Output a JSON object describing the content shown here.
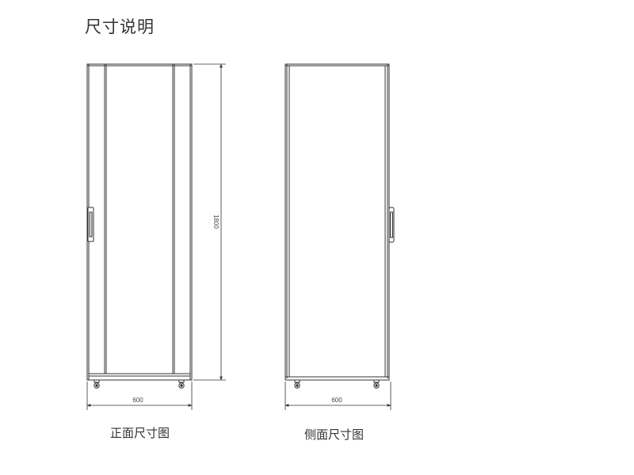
{
  "title": "尺寸说明",
  "front_view": {
    "caption": "正面尺寸图",
    "width_label": "600",
    "height_label": "1800"
  },
  "side_view": {
    "caption": "侧面尺寸图",
    "width_label": "600"
  },
  "colors": {
    "line": "#333333",
    "text": "#333333",
    "background": "#ffffff"
  }
}
